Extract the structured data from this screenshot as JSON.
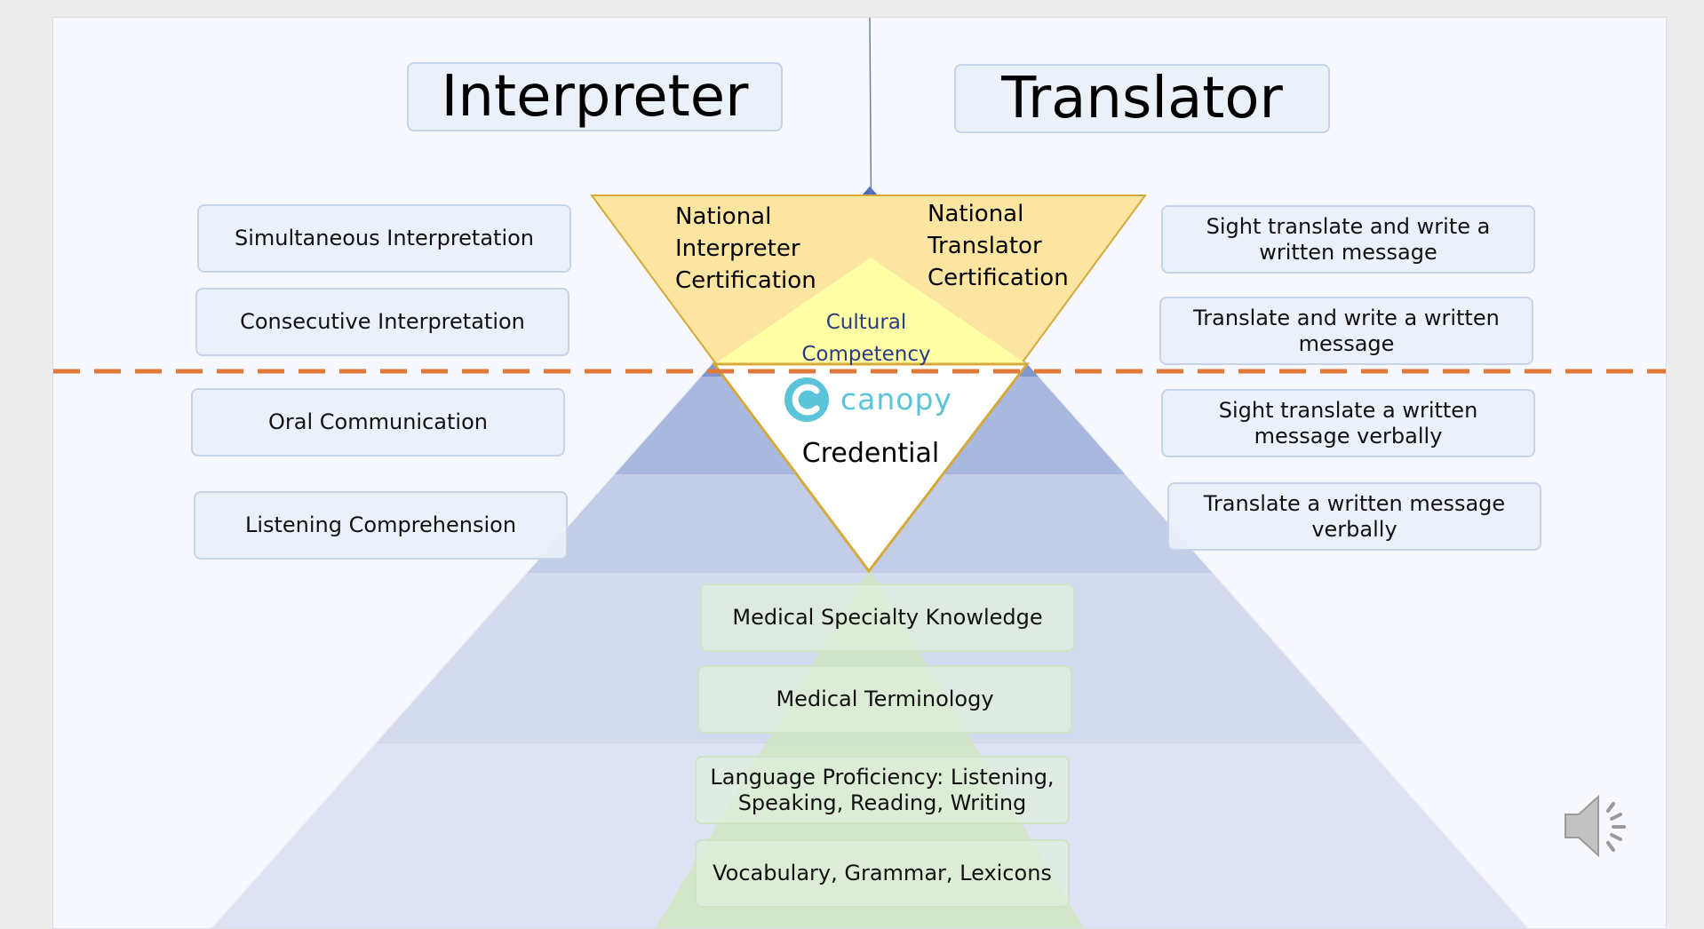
{
  "colors": {
    "background": "#f7f8fd",
    "pyramid_tier_top": "#4a6ab8",
    "pyramid_tier_2": "#7f97cf",
    "pyramid_tier_3": "#a9b8de",
    "pyramid_tier_4": "#c3cde8",
    "pyramid_tier_5": "#d4dbee",
    "pyramid_tier_6": "#dde3f2",
    "certification_triangle": "#fce4a1",
    "cultural_competency": "#ffffa6",
    "credential_triangle": "#ffffff",
    "triangle_border": "#d5a93a",
    "foundation_triangle": "#d1e6c3",
    "dashed_divider": "#e07a38",
    "canopy_logo": "#5cc4d8"
  },
  "headers": {
    "interpreter": "Interpreter",
    "translator": "Translator"
  },
  "certifications": {
    "interpreter_lines": [
      "National",
      "Interpreter",
      "Certification"
    ],
    "translator_lines": [
      "National",
      "Translator",
      "Certification"
    ],
    "cultural_lines": [
      "Cultural",
      "Competency"
    ]
  },
  "credential": {
    "brand": "canopy",
    "label": "Credential"
  },
  "interpreter_skills": [
    "Simultaneous Interpretation",
    "Consecutive Interpretation",
    "Oral Communication",
    "Listening Comprehension"
  ],
  "translator_skills": [
    "Sight translate and write a written message",
    "Translate and write a written message",
    "Sight translate a written message verbally",
    "Translate a written message verbally"
  ],
  "foundation": [
    "Medical Specialty Knowledge",
    "Medical Terminology",
    "Language Proficiency:  Listening, Speaking, Reading, Writing",
    "Vocabulary, Grammar, Lexicons"
  ],
  "icons": {
    "speaker": "speaker-volume-icon",
    "logo": "canopy-logo-icon"
  }
}
